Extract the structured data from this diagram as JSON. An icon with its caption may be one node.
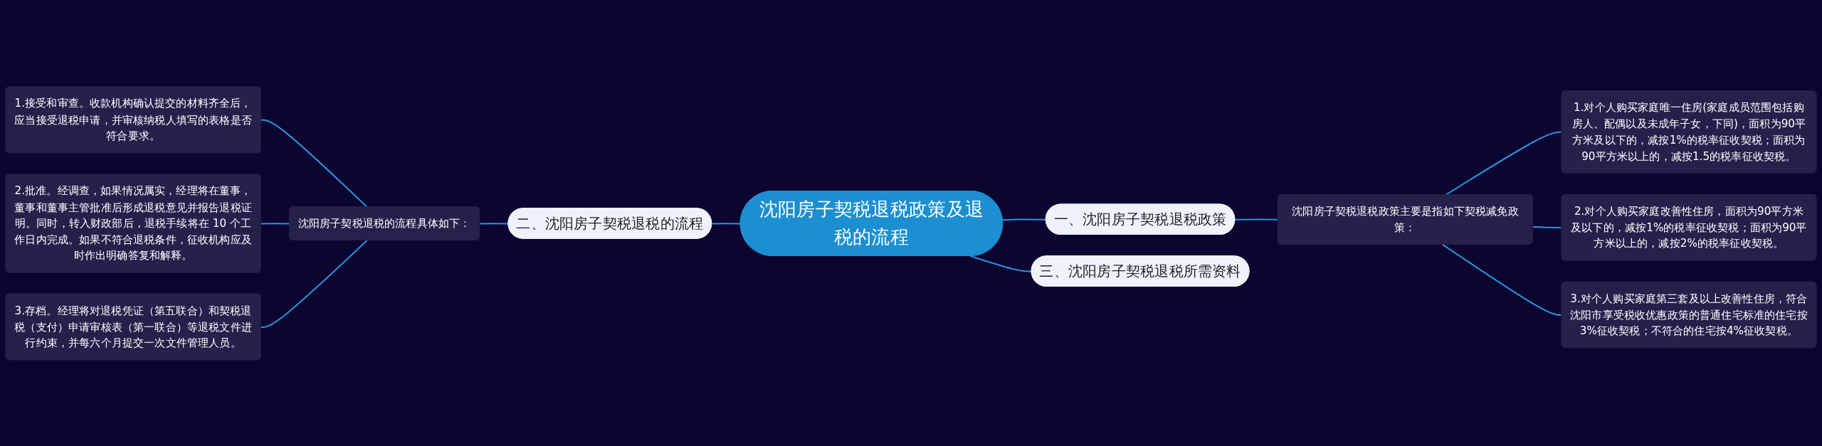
{
  "diagram": {
    "nodes": [
      {
        "text": [
          "沈阳房子契税退税政策及退税的流程"
        ]
      },
      {
        "text": [
          "一、沈阳房子契税退税政策"
        ]
      },
      {
        "text": [
          "沈阳房子契税退税政策主要是指如下契税减免政策："
        ]
      },
      {
        "text": [
          "1.对个人购买家庭唯一住房(家庭成员范围包括购房人、配偶以及未成年子女，下同)，面积为90平方米及以下的，减按1%的税率征收契税；面积为90平方米以上的，减按1.5的税率征收契税。"
        ]
      },
      {
        "text": [
          "2.对个人购买家庭改善性住房，面积为90平方米及以下的，减按1%的税率征收契税；面积为90平方米以上的，减按2%的税率征收契税。"
        ]
      },
      {
        "text": [
          "3.对个人购买家庭第三套及以上改善性住房，符合沈阳市享受税收优惠政策的普通住宅标准的住宅按3%征收契税；不符合的住宅按4%征收契税。"
        ]
      },
      {
        "text": [
          "二、沈阳房子契税退税的流程"
        ]
      },
      {
        "text": [
          "沈阳房子契税退税的流程具体如下："
        ]
      },
      {
        "text": [
          "1.接受和审查。收款机构确认提交的材料齐全后，应当接受退税申请，并审核纳税人填写的表格是否符合要求。"
        ]
      },
      {
        "text": [
          "2.批准。经调查，如果情况属实，经理将在董事，董事和董事主管批准后形成退税意见并报告退税证明。同时，转入财政部后，退税手续将在 10 个工作日内完成。如果不符合退税条件，征收机构应及时作出明确答复和解释。"
        ]
      },
      {
        "text": [
          "3.存档。经理将对退税凭证（第五联合）和契税退税（支付）申请审核表（第一联合）等退税文件进行约束，并每六个月提交一次文件管理人员。"
        ]
      },
      {
        "text": [
          "三、沈阳房子契税退税所需资料"
        ]
      }
    ],
    "edges": [
      {
        "from": 0,
        "to": 1,
        "arrow": "none"
      },
      {
        "from": 1,
        "to": 2,
        "arrow": "none"
      },
      {
        "from": 2,
        "to": 3,
        "arrow": "none"
      },
      {
        "from": 2,
        "to": 4,
        "arrow": "none"
      },
      {
        "from": 2,
        "to": 5,
        "arrow": "none"
      },
      {
        "from": 0,
        "to": 6,
        "arrow": "none"
      },
      {
        "from": 6,
        "to": 7,
        "arrow": "none"
      },
      {
        "from": 7,
        "to": 8,
        "arrow": "none"
      },
      {
        "from": 7,
        "to": 9,
        "arrow": "none"
      },
      {
        "from": 7,
        "to": 10,
        "arrow": "none"
      },
      {
        "from": 0,
        "to": 11,
        "arrow": "none"
      }
    ]
  }
}
